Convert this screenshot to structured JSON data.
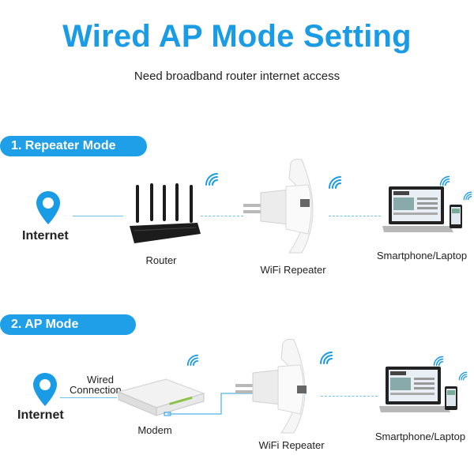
{
  "header": {
    "title": "Wired AP Mode Setting",
    "subtitle": "Need broadband router internet access"
  },
  "colors": {
    "accent": "#1a9be6",
    "pill_bg": "#1e9fe8",
    "connector": "#6cc2ea",
    "device_white": "#f4f4f4",
    "router_black": "#1c1c1c"
  },
  "section_repeater": {
    "badge": "1. Repeater Mode",
    "internet_label": "Internet",
    "router_label": "Router",
    "repeater_label": "WiFi Repeater",
    "client_label": "Smartphone/Laptop",
    "icons": [
      "location-pin-icon",
      "router-icon",
      "wifi-repeater-icon",
      "laptop-icon",
      "smartphone-icon",
      "wifi-signal-icon"
    ]
  },
  "section_ap": {
    "badge": "2. AP Mode",
    "internet_label": "Internet",
    "wired_label_line1": "Wired",
    "wired_label_line2": "Connection",
    "modem_label": "Modem",
    "repeater_label": "WiFi Repeater",
    "client_label": "Smartphone/Laptop",
    "icons": [
      "location-pin-icon",
      "modem-icon",
      "wifi-repeater-icon",
      "laptop-icon",
      "smartphone-icon",
      "wifi-signal-icon"
    ]
  }
}
